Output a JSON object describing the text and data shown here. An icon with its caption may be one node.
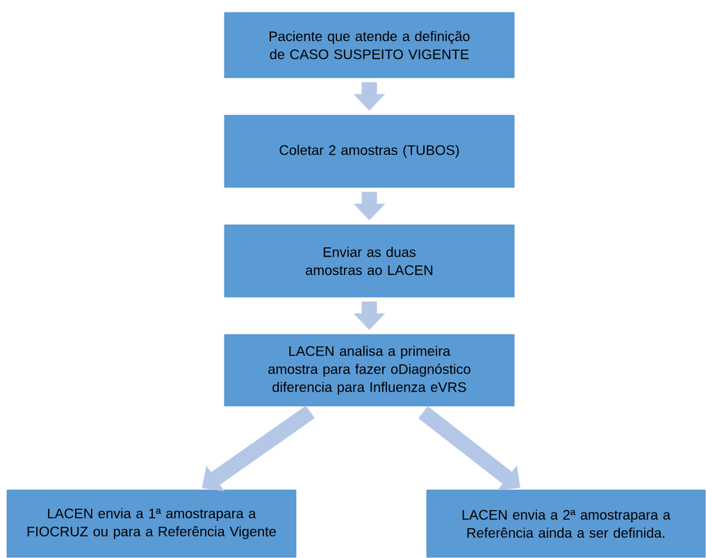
{
  "diagram": {
    "nodes": [
      {
        "text": [
          "Paciente que atende a definição de CASO SUSPEITO VIGENTE"
        ]
      },
      {
        "text": [
          "Coletar 2 amostras (TUBOS)"
        ]
      },
      {
        "text": [
          "Enviar as duas amostras ao LACEN"
        ]
      },
      {
        "text": [
          "LACEN analisa a primeira amostra para fazer oDiagnóstico diferencia para Influenza eVRS"
        ]
      },
      {
        "text": [
          "LACEN envia a 1ª amostrapara a FIOCRUZ ou para a Referência Vigente"
        ]
      },
      {
        "text": [
          "LACEN envia a 2ª amostrapara a Referência ainda a ser definida."
        ]
      }
    ],
    "edges": [
      {
        "from": 0,
        "to": 1,
        "arrow": "to"
      },
      {
        "from": 1,
        "to": 2,
        "arrow": "to"
      },
      {
        "from": 2,
        "to": 3,
        "arrow": "to"
      },
      {
        "from": 3,
        "to": 4,
        "arrow": "to"
      },
      {
        "from": 3,
        "to": 5,
        "arrow": "to"
      }
    ]
  }
}
